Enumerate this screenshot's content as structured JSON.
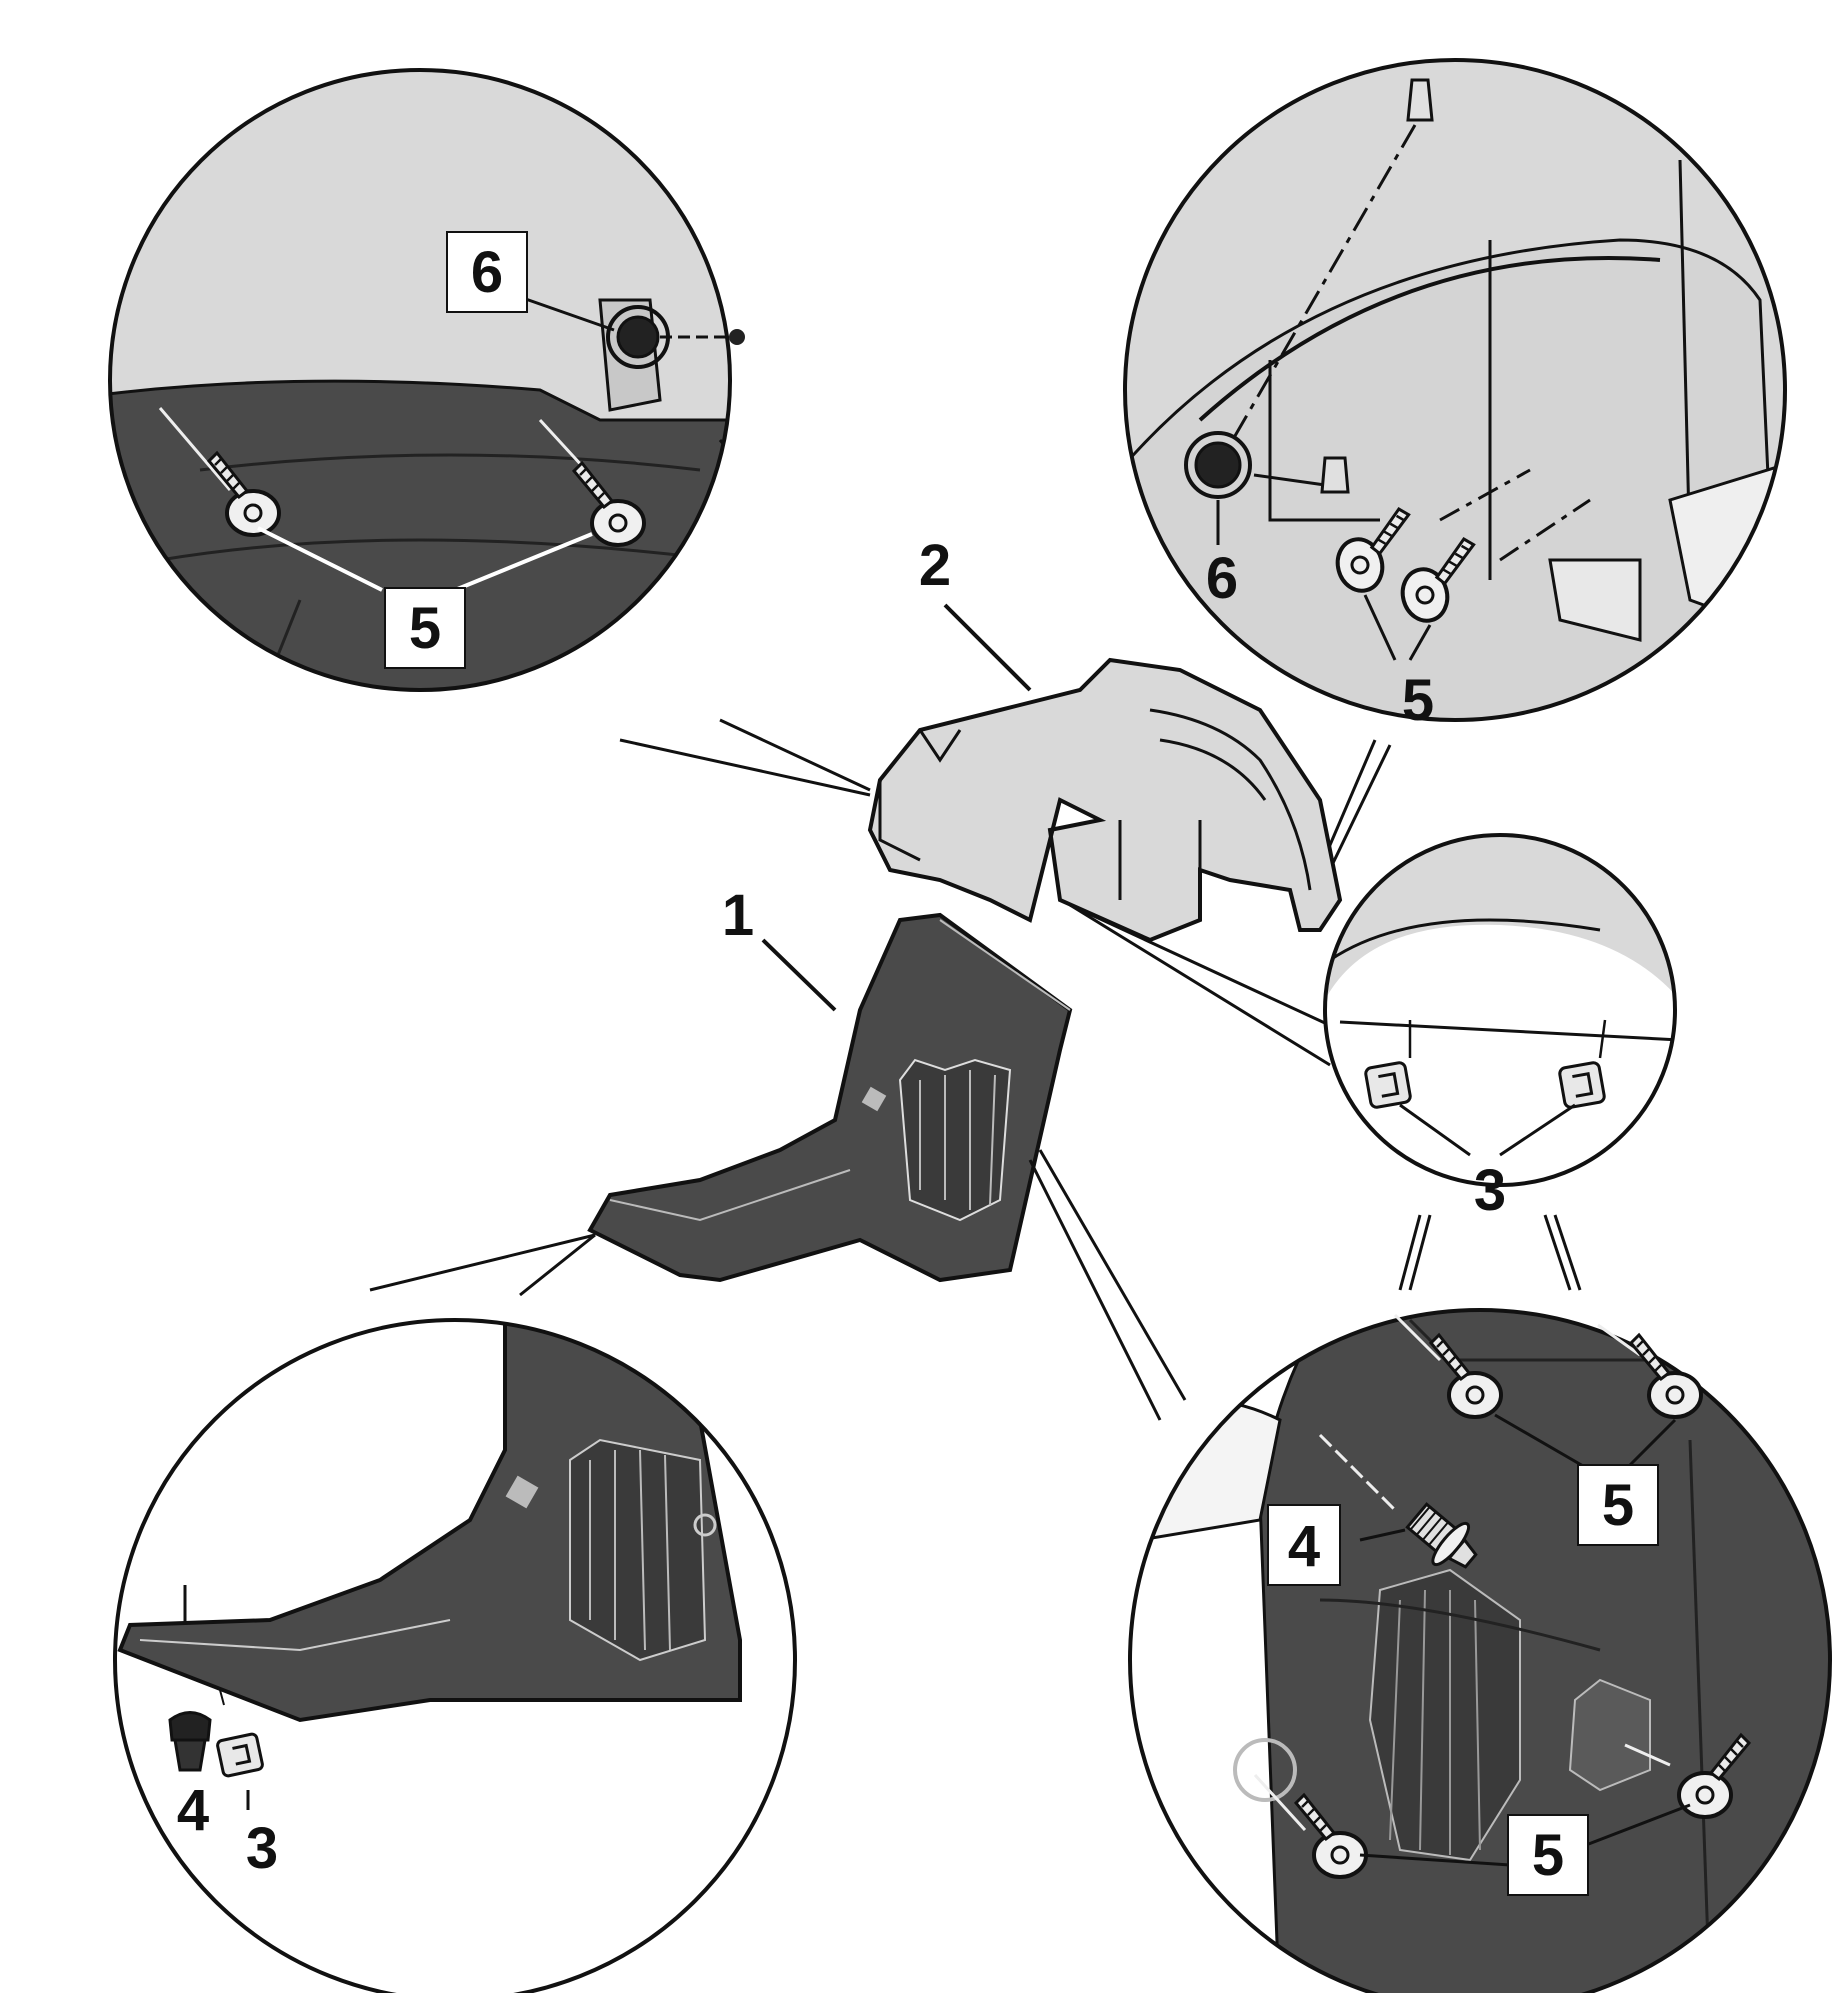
{
  "diagram": {
    "callouts": [
      {
        "id": "c1",
        "text": "1"
      },
      {
        "id": "c2",
        "text": "2"
      },
      {
        "id": "c3a",
        "text": "3"
      },
      {
        "id": "c3b",
        "text": "3"
      },
      {
        "id": "c4a",
        "text": "4"
      },
      {
        "id": "c4b",
        "text": "4"
      },
      {
        "id": "c5a",
        "text": "5"
      },
      {
        "id": "c5b",
        "text": "5"
      },
      {
        "id": "c5c",
        "text": "5"
      },
      {
        "id": "c5d",
        "text": "5"
      },
      {
        "id": "c6a",
        "text": "6"
      },
      {
        "id": "c6b",
        "text": "6"
      }
    ]
  },
  "colors": {
    "light_part": "#d9d9d9",
    "dark_part": "#4a4a4a",
    "darker_part": "#3a3a3a",
    "outline": "#111111",
    "background": "#ffffff"
  }
}
